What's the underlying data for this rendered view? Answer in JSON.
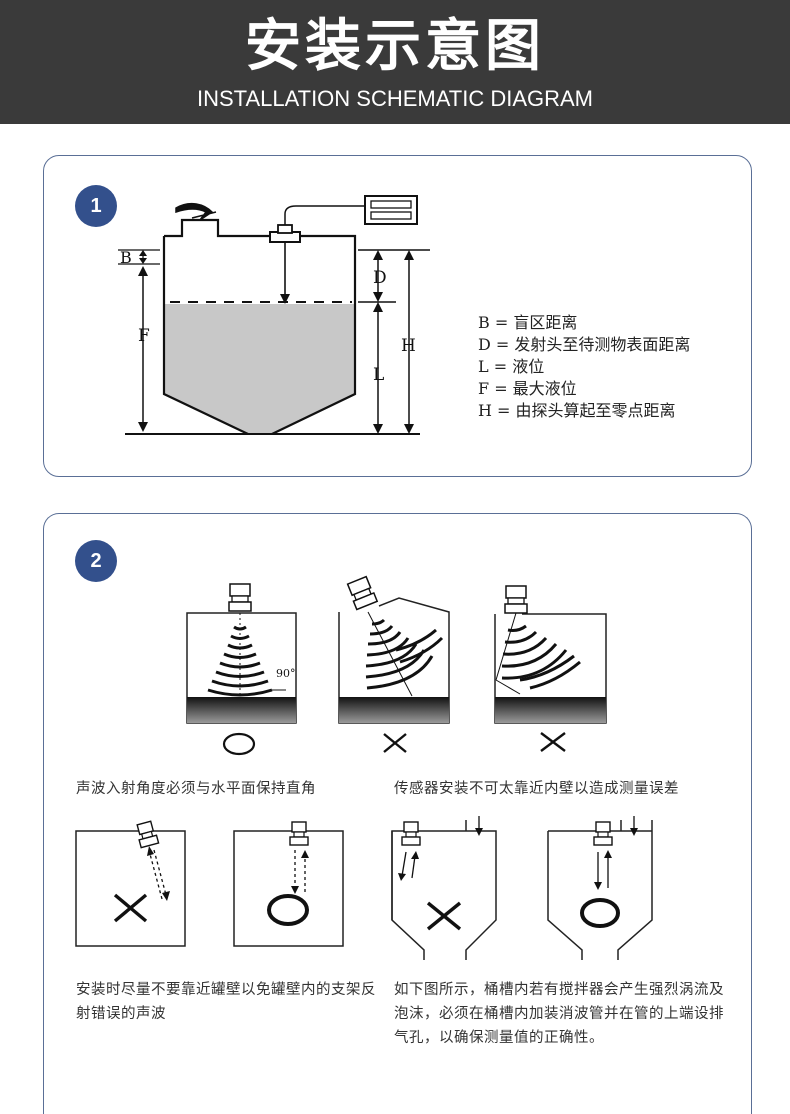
{
  "header": {
    "title_cn": "安装示意图",
    "title_en": "INSTALLATION SCHEMATIC DIAGRAM"
  },
  "section1": {
    "badge": "1",
    "labels": {
      "B": "B",
      "D": "D",
      "F": "F",
      "H": "H",
      "L": "L"
    },
    "legend": [
      "B = 盲区距离",
      "D = 发射头至待测物表面距离",
      "L = 液位",
      "F = 最大液位",
      "H = 由探头算起至零点距离"
    ]
  },
  "section2": {
    "badge": "2",
    "angle_label": "90°",
    "caption_left_top": "声波入射角度必须与水平面保持直角",
    "caption_right_top": "传感器安装不可太靠近内壁以造成测量误差",
    "caption_left_bottom": "安装时尽量不要靠近罐壁以免罐壁内的支架反射错误的声波",
    "caption_right_bottom": "如下图所示，桶槽内若有搅拌器会产生强烈涡流及泡沫，必须在桶槽内加装消波管并在管的上端设排气孔，以确保测量值的正确性。"
  },
  "colors": {
    "header_bg": "#3a3a3a",
    "badge_bg": "#33508c",
    "card_border": "#5a6f96",
    "liquid": "#c8c8c8"
  }
}
